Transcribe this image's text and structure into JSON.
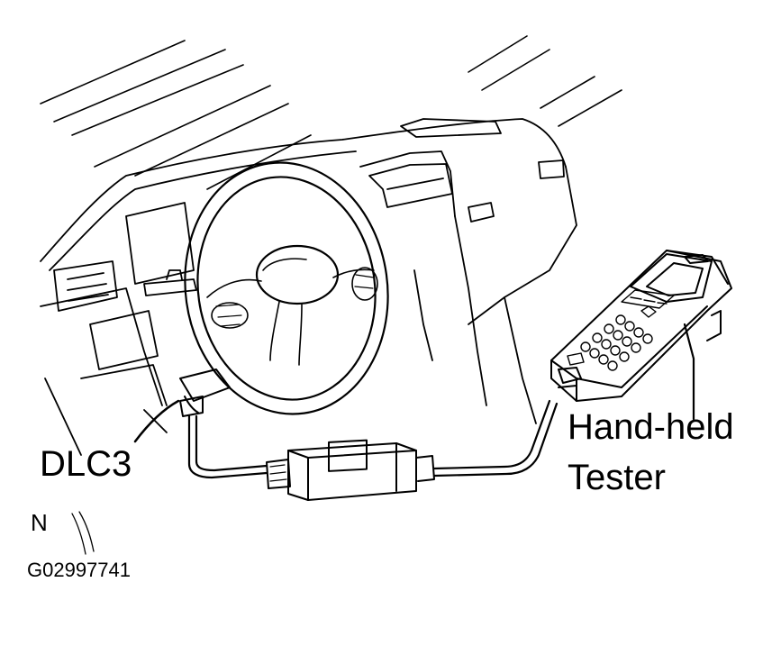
{
  "labels": {
    "connector": "DLC3",
    "tester_line1": "Hand-held",
    "tester_line2": "Tester",
    "view_mark": "N",
    "figure_code": "G02997741"
  },
  "colors": {
    "ink": "#000000",
    "paper": "#ffffff"
  }
}
